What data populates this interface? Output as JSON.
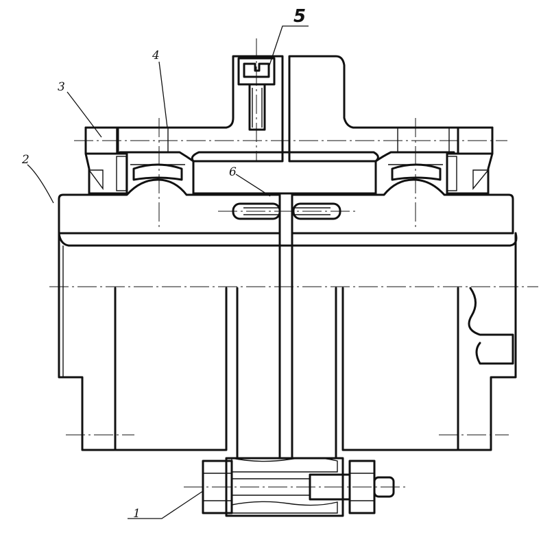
{
  "labels": {
    "bolt": "1",
    "hub": "2",
    "cover": "3",
    "sleeve": "4",
    "screw": "5",
    "spring": "6"
  },
  "colors": {
    "line": "#111111",
    "stipple": "#9a9a9a",
    "background": "#ffffff"
  }
}
